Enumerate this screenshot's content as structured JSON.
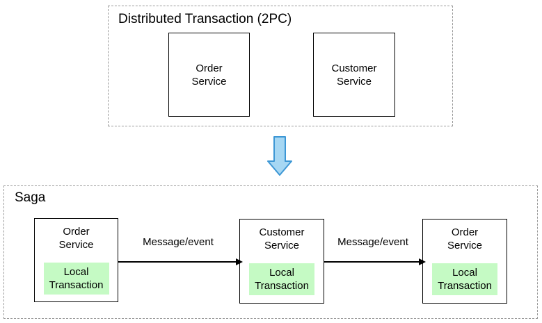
{
  "top_section": {
    "title": "Distributed Transaction (2PC)",
    "services": [
      {
        "lines": [
          "Order",
          "Service"
        ]
      },
      {
        "lines": [
          "Customer",
          "Service"
        ]
      }
    ]
  },
  "transform_arrow": {
    "icon": "down-arrow",
    "fill": "#A6D7F3",
    "stroke": "#3D97D5"
  },
  "bottom_section": {
    "title": "Saga",
    "services": [
      {
        "lines": [
          "Order",
          "Service"
        ],
        "local_transaction": {
          "lines": [
            "Local",
            "Transaction"
          ]
        }
      },
      {
        "lines": [
          "Customer",
          "Service"
        ],
        "local_transaction": {
          "lines": [
            "Local",
            "Transaction"
          ]
        }
      },
      {
        "lines": [
          "Order",
          "Service"
        ],
        "local_transaction": {
          "lines": [
            "Local",
            "Transaction"
          ]
        }
      }
    ],
    "edges": [
      {
        "label": "Message/event"
      },
      {
        "label": "Message/event"
      }
    ]
  },
  "colors": {
    "local_transaction_bg": "#C5FAC4",
    "arrow_fill": "#A6D7F3",
    "arrow_stroke": "#3D97D5",
    "dashed_border": "#999999",
    "node_border": "#000000",
    "text": "#000000",
    "background": "#FFFFFF"
  }
}
